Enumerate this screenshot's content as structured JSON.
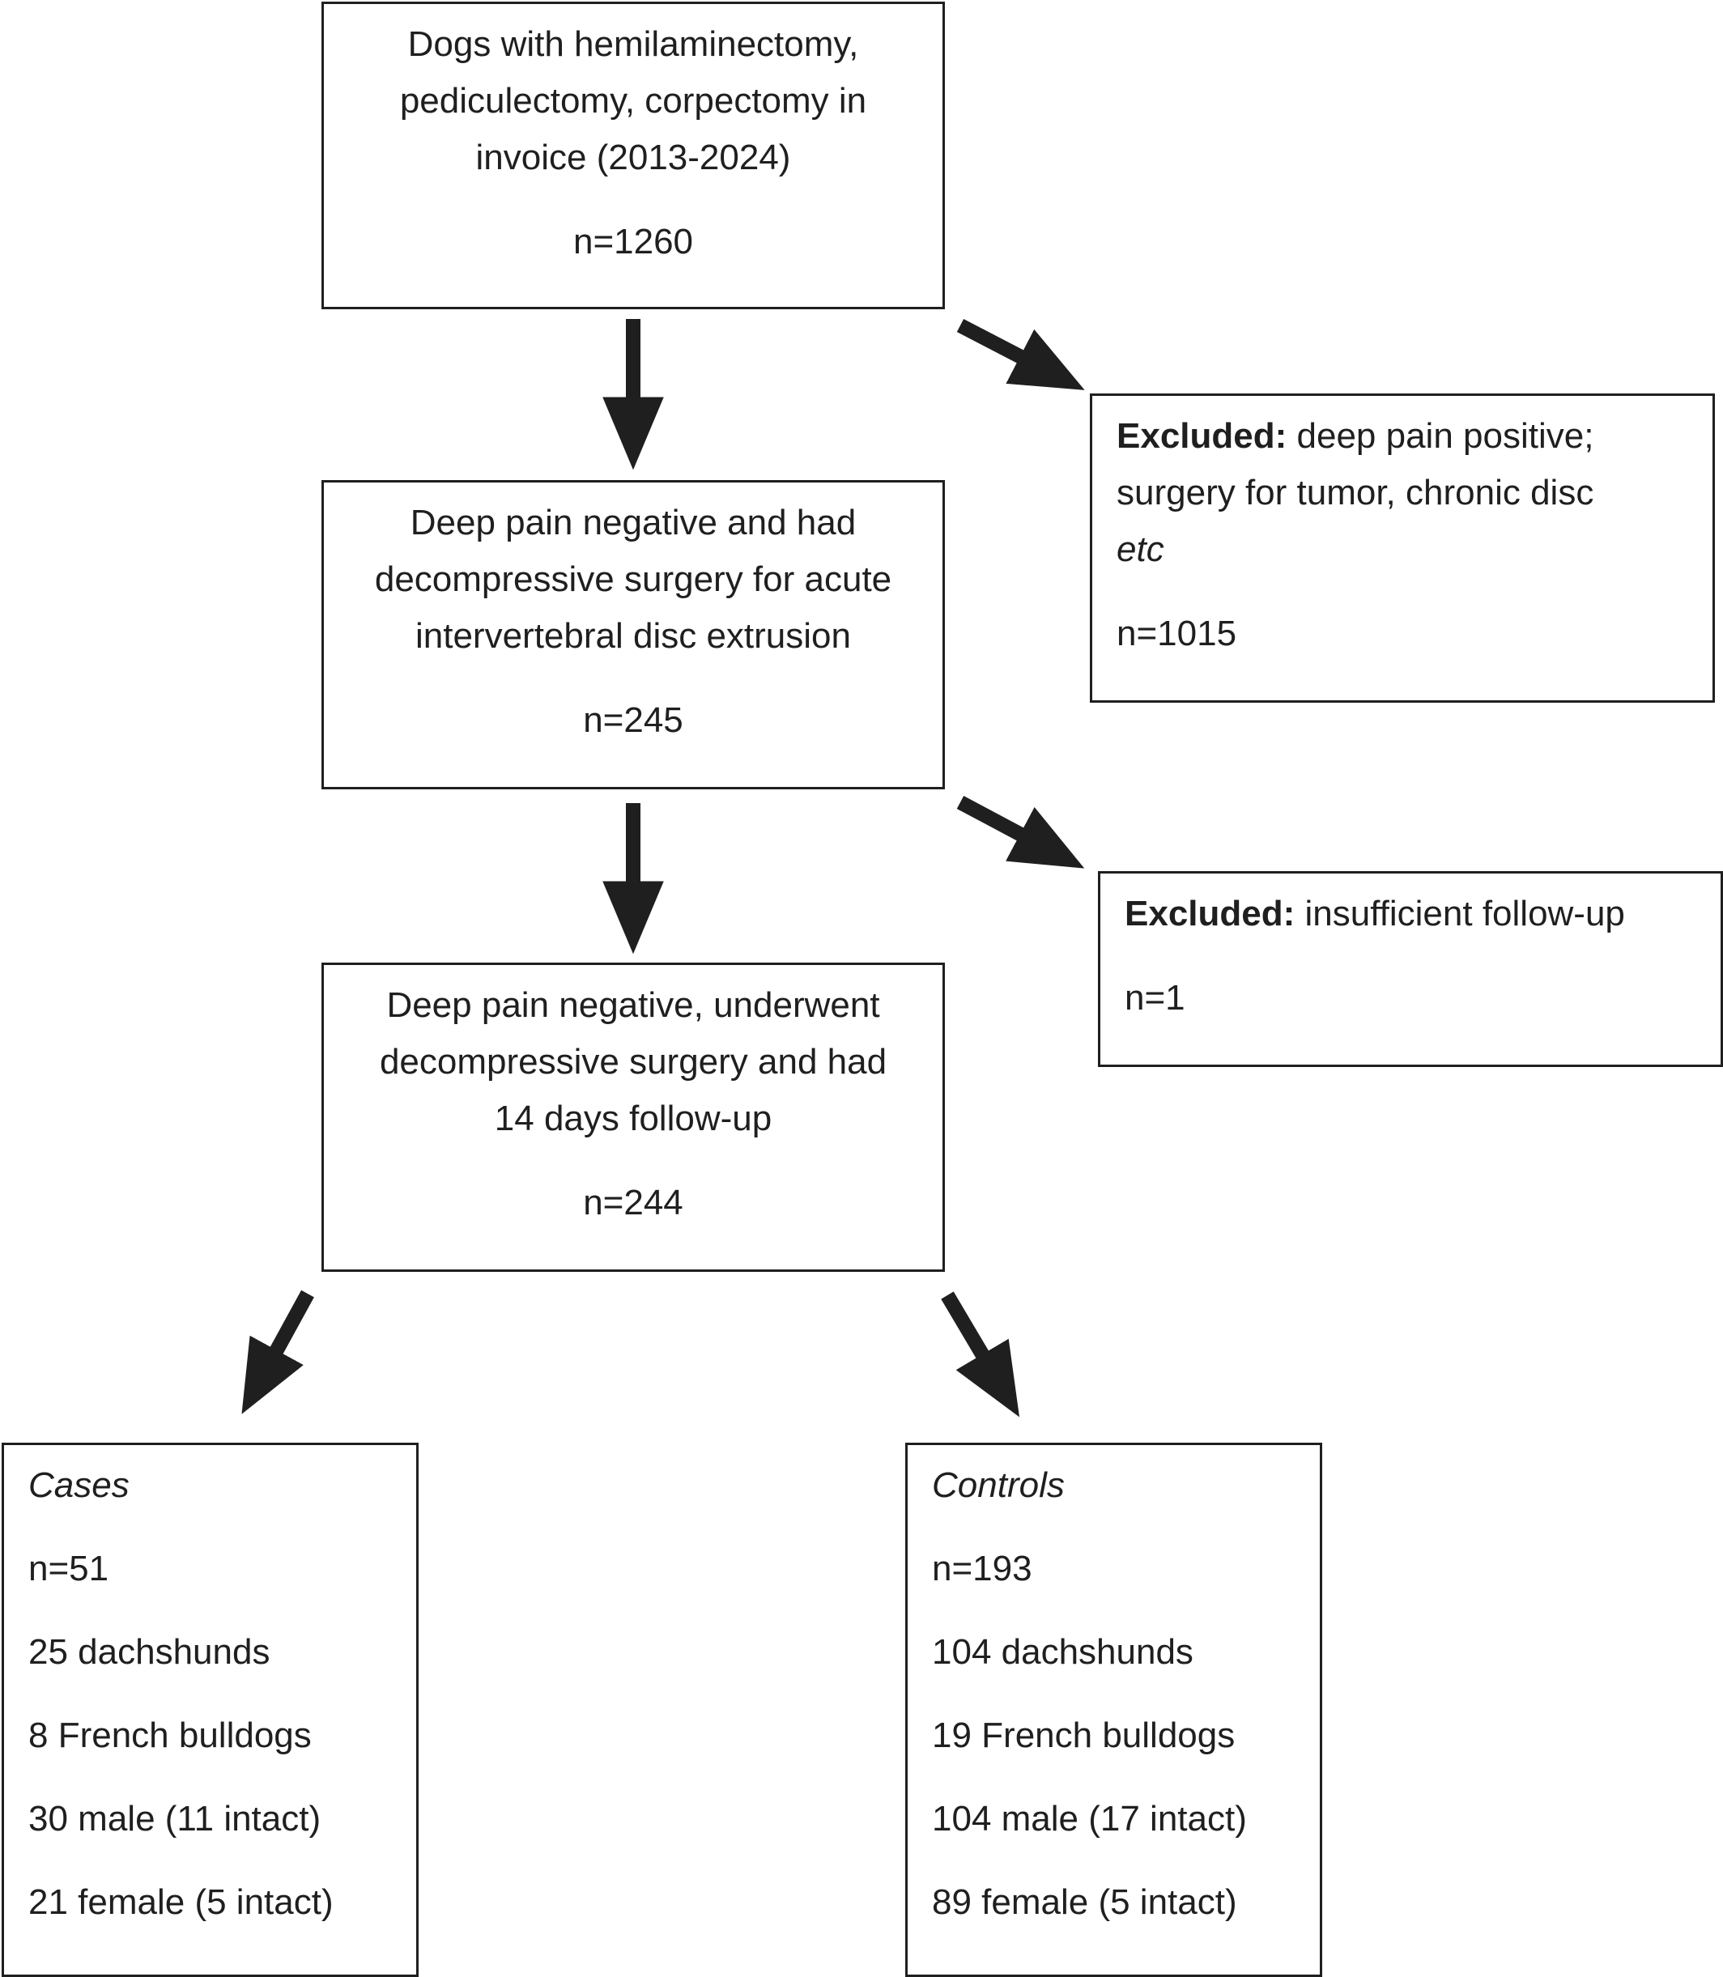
{
  "box1": {
    "lines": [
      "Dogs with hemilaminectomy,",
      "pediculectomy, corpectomy in",
      "invoice (2013-2024)"
    ],
    "n": "n=1260"
  },
  "box2": {
    "lines": [
      "Deep pain negative and had",
      "decompressive surgery for acute",
      "intervertebral disc extrusion"
    ],
    "n": "n=245"
  },
  "box3": {
    "lines": [
      "Deep pain negative, underwent",
      "decompressive surgery and had",
      "14 days follow-up"
    ],
    "n": "n=244"
  },
  "excluded1": {
    "label": "Excluded:",
    "line1_rest": " deep pain positive;",
    "line2": "surgery for tumor, chronic disc",
    "line3_italic": "etc",
    "n": "n=1015"
  },
  "excluded2": {
    "label": "Excluded:",
    "line1_rest": " insufficient follow-up",
    "n": "n=1"
  },
  "cases": {
    "title": "Cases",
    "items": [
      "n=51",
      "25 dachshunds",
      "8 French bulldogs",
      "30 male (11 intact)",
      "21 female (5 intact)"
    ]
  },
  "controls": {
    "title": "Controls",
    "items": [
      "n=193",
      "104 dachshunds",
      "19 French bulldogs",
      "104 male (17 intact)",
      "89 female (5 intact)"
    ]
  },
  "colors": {
    "line": "#1f1f1f",
    "background": "#ffffff"
  }
}
